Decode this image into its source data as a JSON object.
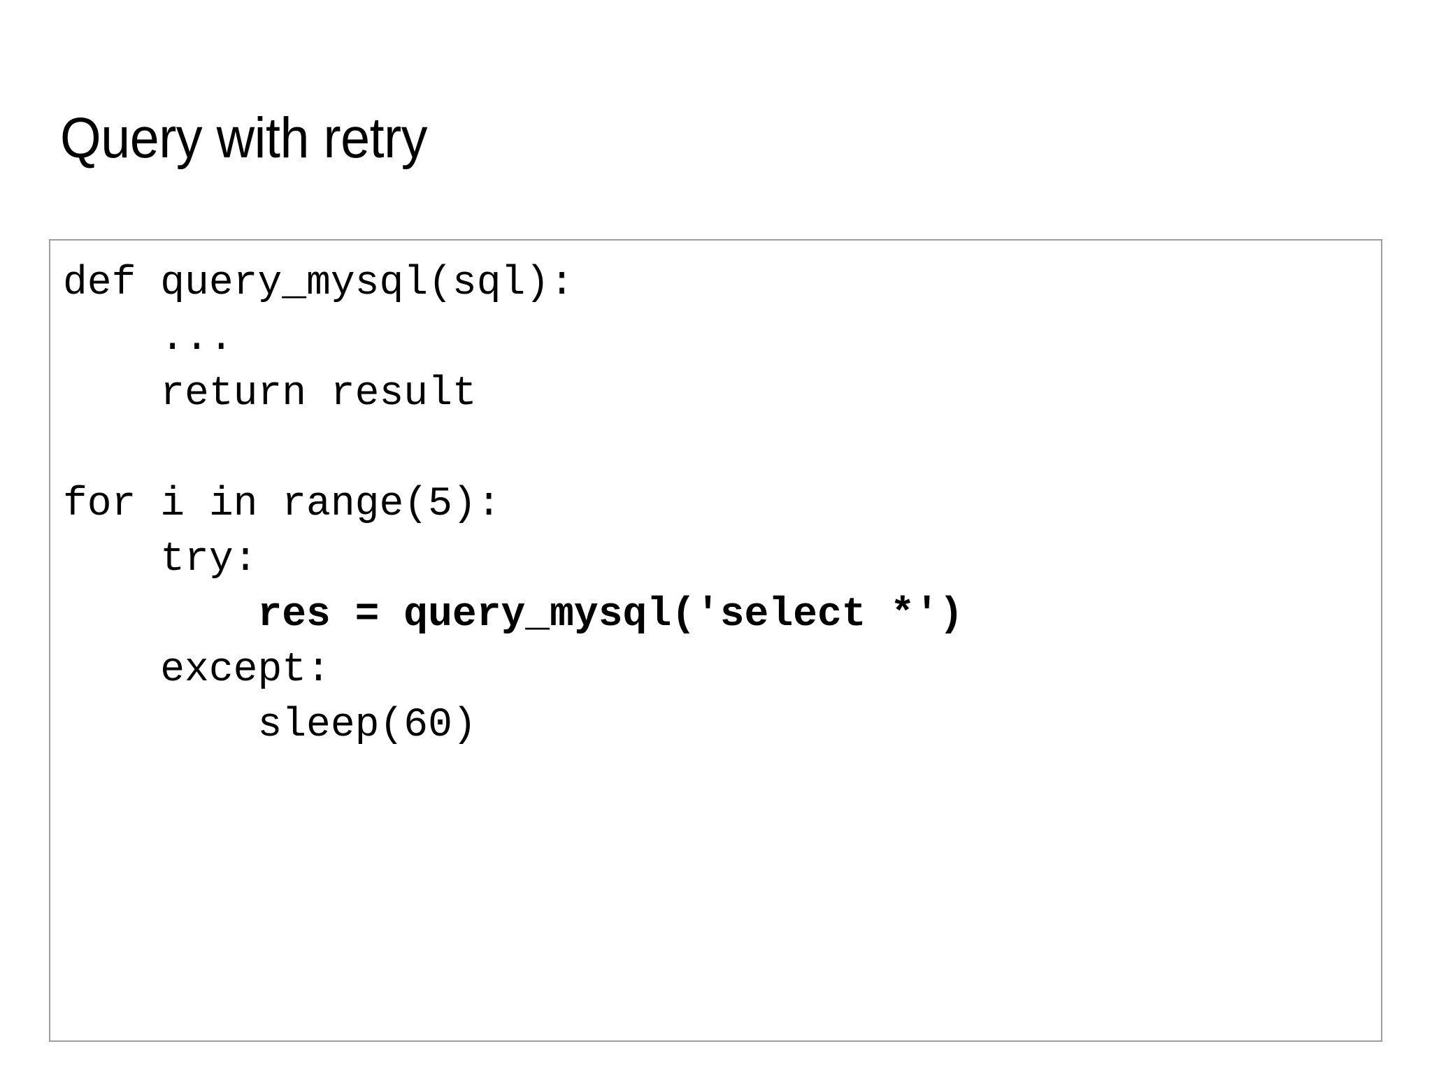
{
  "slide": {
    "background_color": "#ffffff",
    "title": "Query with retry"
  },
  "code_block": {
    "border_color": "#9d9d9d",
    "text_color": "#000000",
    "language": "python",
    "lines": [
      {
        "text": "def query_mysql(sql):",
        "bold": false
      },
      {
        "text": "    ...",
        "bold": false
      },
      {
        "text": "    return result",
        "bold": false
      },
      {
        "text": "",
        "bold": false
      },
      {
        "text": "for i in range(5):",
        "bold": false
      },
      {
        "text": "    try:",
        "bold": false
      },
      {
        "text": "        res = query_mysql('select *')",
        "bold": true
      },
      {
        "text": "    except:",
        "bold": false
      },
      {
        "text": "        sleep(60)",
        "bold": false
      }
    ],
    "full_text": "def query_mysql(sql):\n    ...\n    return result\n\nfor i in range(5):\n    try:\n        res = query_mysql('select *')\n    except:\n        sleep(60)"
  }
}
